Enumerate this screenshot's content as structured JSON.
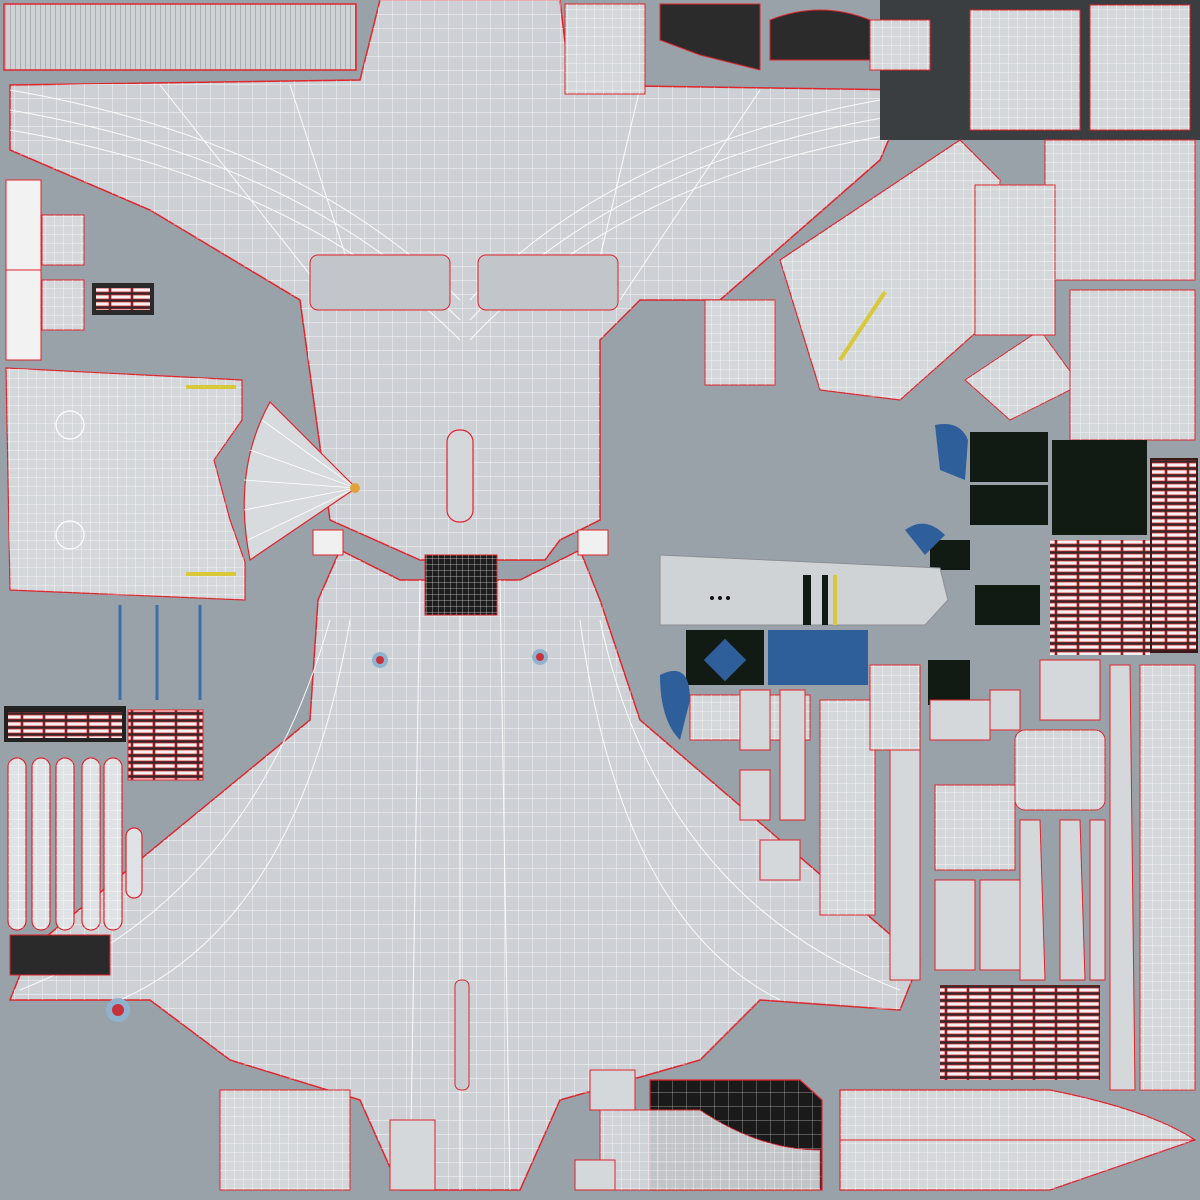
{
  "palette": {
    "background": "#9aa2a9",
    "panel_fill": "#c9cdd1",
    "panel_fill_light": "#d8dbde",
    "wireframe": "#ffffff",
    "seam": "#e0242c",
    "dark_part": "#121a14",
    "blue_part": "#2e5f9a",
    "roundel_red": "#c8323c",
    "roundel_blue": "#8fb3cf",
    "stripe_yellow": "#d8c83a",
    "stripe_blue": "#3b6fa8"
  },
  "markings": {
    "roundels": 3,
    "decals": [
      "roundel",
      "yellow-stripe",
      "blue-tick"
    ]
  }
}
